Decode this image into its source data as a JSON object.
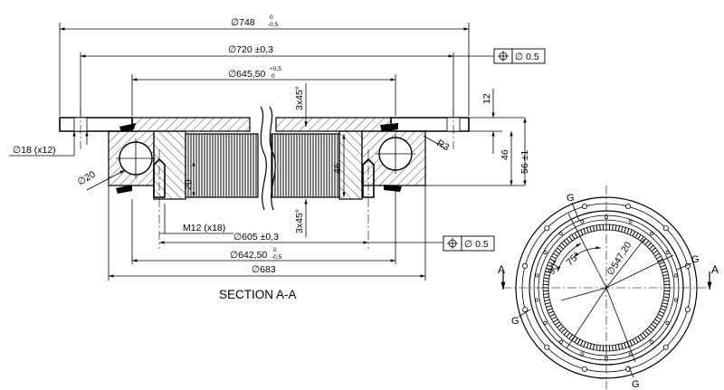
{
  "dimensions": {
    "d748": "∅748",
    "d748_tol_upper": "0",
    "d748_tol_lower": "-0,5",
    "d720": "∅720 ±0,3",
    "d645": "∅645,50",
    "d645_tol_upper": "+0,5",
    "d645_tol_lower": "0",
    "d605": "∅605 ±0,3",
    "d642": "∅642,50",
    "d642_tol_upper": "0",
    "d642_tol_lower": "-0,5",
    "d683": "∅683",
    "d18": "∅18 (x12)",
    "d20": "∅20",
    "m12": "M12 (x18)",
    "chamfer_top": "3x45°",
    "chamfer_bottom": "3x45°",
    "h46_center": "46",
    "h20": "20",
    "h12": "12",
    "h46_right": "46",
    "h56": "56 ±1",
    "r3": "R3"
  },
  "tolerance_frames": [
    {
      "symbol": "⌖",
      "value": "∅ 0.5"
    },
    {
      "symbol": "⌖",
      "value": "∅ 0.5"
    }
  ],
  "section_title": "SECTION A-A",
  "plan_view": {
    "section_letter": "A",
    "g_label": "G",
    "angle_90": "90°",
    "angle_75": "75°",
    "pcd": "∅547,20"
  }
}
